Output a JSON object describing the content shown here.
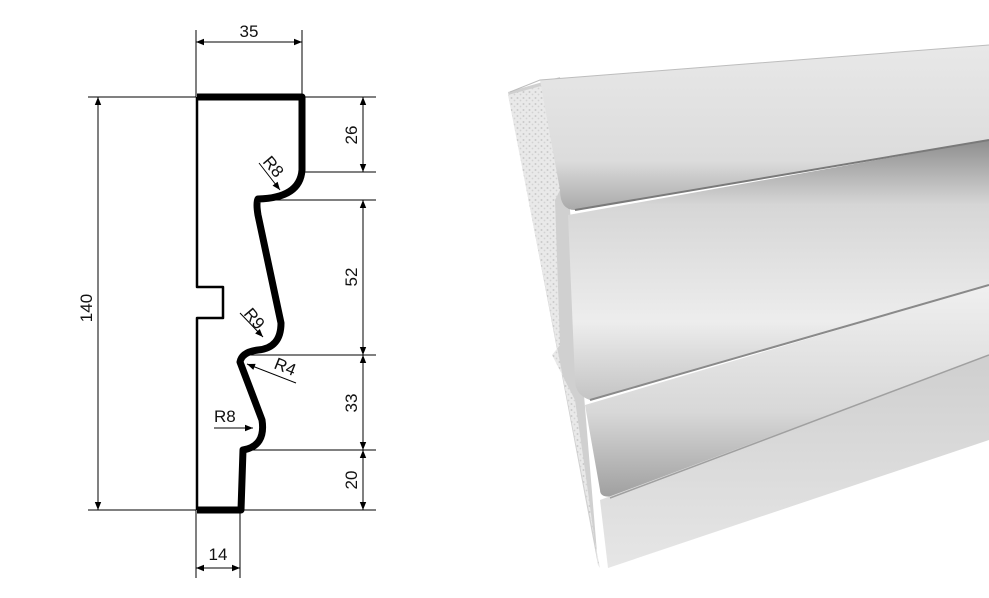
{
  "drawing": {
    "dimensions": {
      "top_width": "35",
      "total_height": "140",
      "segment_1": "26",
      "segment_2": "52",
      "segment_3": "33",
      "segment_4": "20",
      "bottom_width": "14"
    },
    "radii": {
      "upper": "R8",
      "middle": "R9",
      "inner": "R4",
      "lower": "R8"
    }
  },
  "colors": {
    "line": "#000000",
    "render_light": "#f2f2f2",
    "render_shadow": "#9a9a9a"
  }
}
